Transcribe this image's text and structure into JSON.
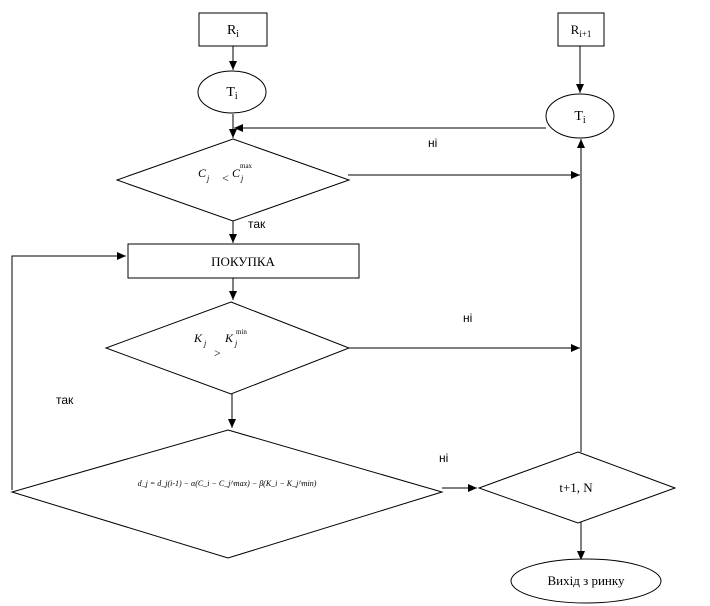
{
  "nodes": {
    "r_i": {
      "main": "R",
      "sub": "i"
    },
    "t_i_left": {
      "main": "T",
      "sub": "i"
    },
    "r_i1": {
      "main": "R",
      "sub": "i+1"
    },
    "t_i_right": {
      "main": "T",
      "sub": "i"
    },
    "cond1": {
      "var": "C",
      "sub": "j",
      "op": "<",
      "rhs": "C",
      "rhs_sub": "j",
      "rhs_sup": "max"
    },
    "purchase": {
      "label": "ПОКУПКА"
    },
    "cond2": {
      "var": "K",
      "sub": "j",
      "op": ">",
      "rhs": "K",
      "rhs_sub": "j",
      "rhs_sup": "min"
    },
    "cond3": {
      "formula": "d_j = d_j(i-1) − α(C_i − C_j^max) − β(K_i − K_j^min)"
    },
    "loop": {
      "label": "t+1,  N"
    },
    "exit": {
      "label": "Вихід з ринку"
    }
  },
  "edge_labels": {
    "no_top": "ні",
    "yes_cond1": "так",
    "no_cond2": "ні",
    "yes_left": "так",
    "no_cond3": "ні"
  },
  "colors": {
    "stroke": "#000000",
    "background": "#ffffff"
  }
}
